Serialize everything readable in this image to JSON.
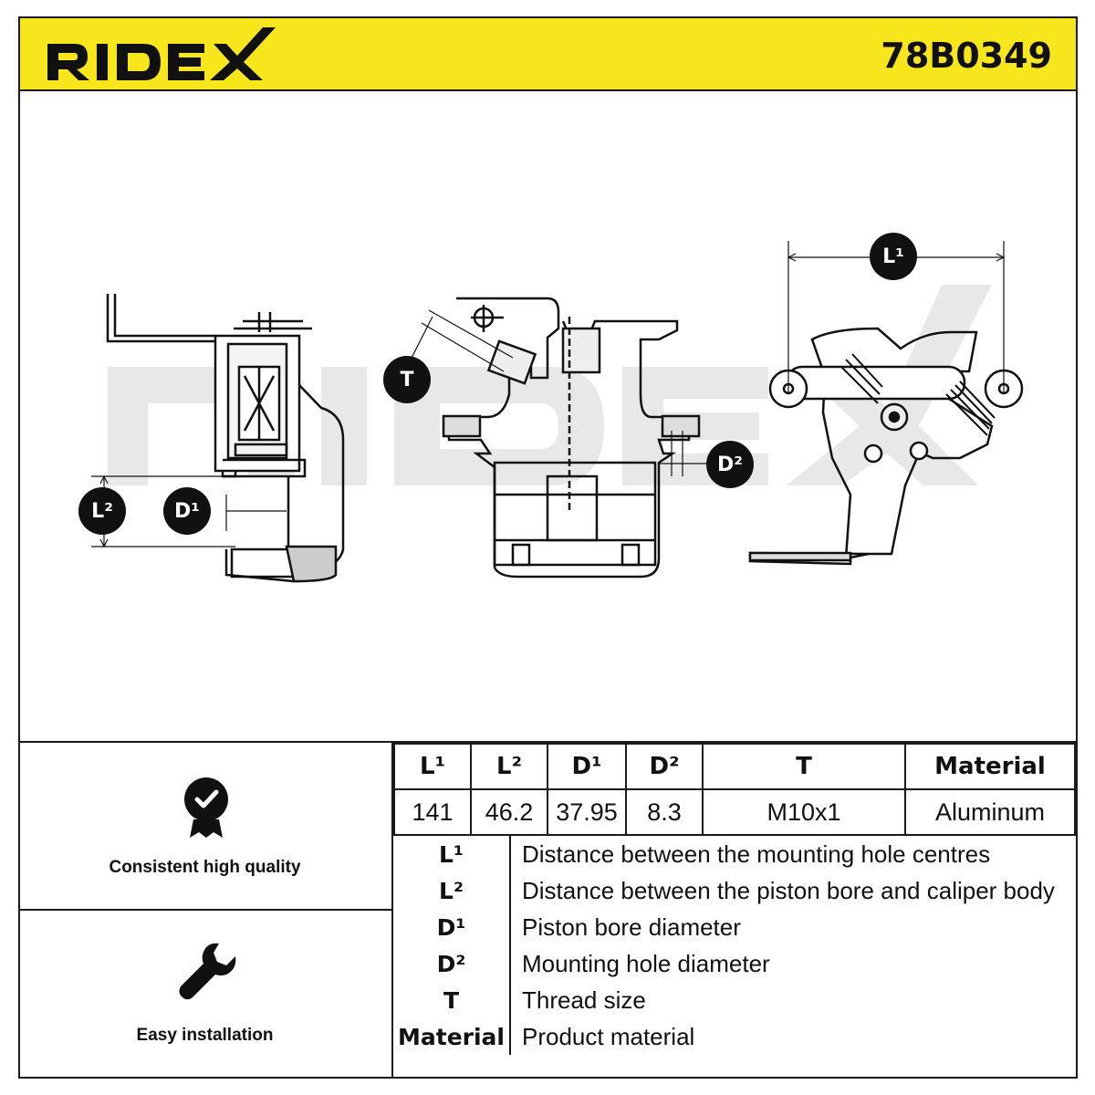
{
  "header": {
    "brand": "RIDEX",
    "part_number": "78B0349"
  },
  "callouts": {
    "L1": "L¹",
    "L2": "L²",
    "D1": "D¹",
    "D2": "D²",
    "T": "T"
  },
  "features": [
    {
      "label": "Consistent high quality",
      "icon": "quality-badge-icon"
    },
    {
      "label": "Easy installation",
      "icon": "wrench-icon"
    }
  ],
  "spec_table": {
    "headers": [
      "L¹",
      "L²",
      "D¹",
      "D²",
      "T",
      "Material"
    ],
    "values": [
      "141",
      "46.2",
      "37.95",
      "8.3",
      "M10x1",
      "Aluminum"
    ]
  },
  "legend": [
    {
      "key": "L¹",
      "desc": "Distance between the mounting hole centres"
    },
    {
      "key": "L²",
      "desc": "Distance between the piston bore and caliper body"
    },
    {
      "key": "D¹",
      "desc": "Piston bore diameter"
    },
    {
      "key": "D²",
      "desc": "Mounting hole diameter"
    },
    {
      "key": "T",
      "desc": "Thread size"
    },
    {
      "key": "Material",
      "desc": "Product material"
    }
  ],
  "colors": {
    "header_bg": "#f8e61c",
    "ink": "#111111",
    "watermark": "#e6e6e6"
  }
}
